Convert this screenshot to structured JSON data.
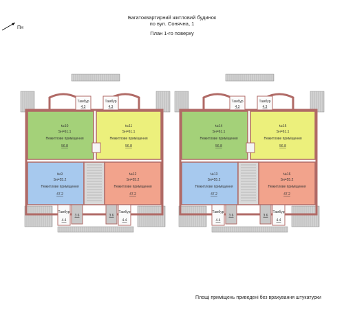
{
  "header": {
    "line1": "Багатоквартирний житловий будинок",
    "line2": "по вул. Сонячна, 1",
    "line3": "План 1-го поверху"
  },
  "north_label": "Пн",
  "footnote": "Площі приміщень приведені без врахування штукатурки",
  "colors": {
    "green": "#a4d179",
    "yellow": "#ecf07c",
    "blue": "#a7c9ee",
    "salmon": "#f2a38c",
    "wall": "#b06a66",
    "stair": "#c8c8c8",
    "core": "#d9d9d9",
    "terrace": "#d3d3d3"
  },
  "room_type": "Нежитлове приміщення",
  "vestibule_label": "Тамбур",
  "blocks": [
    {
      "rooms": [
        {
          "num": "№10",
          "area": "Sн=61.1",
          "net": "56.8",
          "color": "green"
        },
        {
          "num": "№11",
          "area": "Sн=61.1",
          "net": "56.8",
          "color": "yellow"
        },
        {
          "num": "№9",
          "area": "Sн=55.2",
          "net": "47.2",
          "color": "blue"
        },
        {
          "num": "№12",
          "area": "Sн=55.2",
          "net": "47.2",
          "color": "salmon"
        }
      ],
      "vestibules": [
        "4.3",
        "4.3",
        "4.4",
        "4.4"
      ],
      "small_areas": [
        "3.6",
        "3.6"
      ]
    },
    {
      "rooms": [
        {
          "num": "№14",
          "area": "Sн=61.1",
          "net": "56.8",
          "color": "green"
        },
        {
          "num": "№15",
          "area": "Sн=61.1",
          "net": "56.8",
          "color": "yellow"
        },
        {
          "num": "№13",
          "area": "Sн=55.2",
          "net": "47.2",
          "color": "blue"
        },
        {
          "num": "№16",
          "area": "Sн=55.2",
          "net": "47.2",
          "color": "salmon"
        }
      ],
      "vestibules": [
        "4.3",
        "4.3",
        "4.4",
        "4.4"
      ],
      "small_areas": [
        "3.6",
        "3.6"
      ]
    }
  ]
}
